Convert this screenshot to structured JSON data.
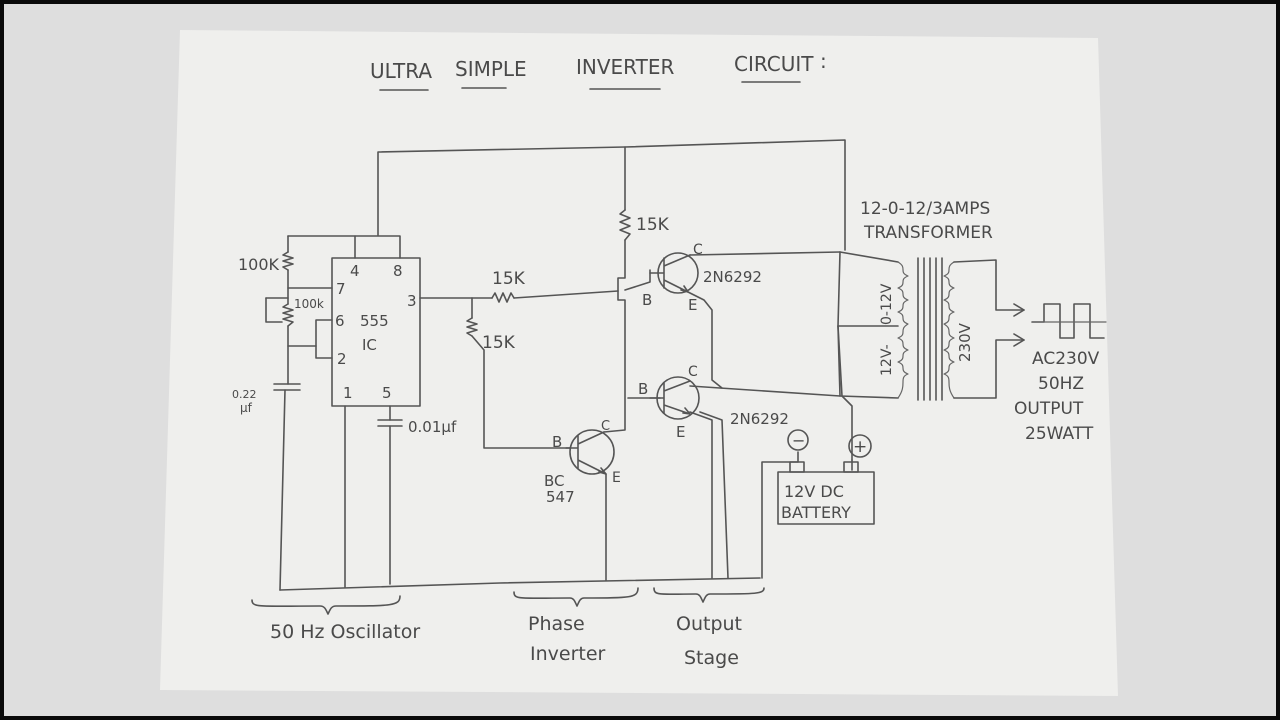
{
  "title": {
    "word1": "ULTRA",
    "word2": "SIMPLE",
    "word3": "INVERTER",
    "word4": "CIRCUIT",
    "colon": ":"
  },
  "components": {
    "r_100k_top": "100K",
    "pot_100k": "100k",
    "cap_timing": "0.22",
    "cap_timing_unit": "µf",
    "ic_name_1": "555",
    "ic_name_2": "IC",
    "pin4": "4",
    "pin8": "8",
    "pin7": "7",
    "pin6": "6",
    "pin2": "2",
    "pin3": "3",
    "pin1": "1",
    "pin5": "5",
    "cap_control": "0.01µf",
    "r_15k_top": "15K",
    "r_15k_series": "15K",
    "r_15k_vertical": "15K",
    "q_top_name": "2N6292",
    "q_bottom_name": "2N6292",
    "q_bc_name_1": "BC",
    "q_bc_name_2": "547",
    "pin_b": "B",
    "pin_c": "C",
    "pin_e": "E",
    "battery_1": "12V DC",
    "battery_2": "BATTERY",
    "minus": "−",
    "plus": "+"
  },
  "transformer": {
    "rating": "12-0-12/3AMPS",
    "name": "TRANSFORMER",
    "primary_upper": "0-12V",
    "primary_lower": "12V-",
    "secondary": "230V"
  },
  "output": {
    "line1": "AC230V",
    "line2": "50HZ",
    "line3": "OUTPUT",
    "line4": "25WATT"
  },
  "sections": {
    "oscillator": "50 Hz Oscillator",
    "phase_inverter_1": "Phase",
    "phase_inverter_2": "Inverter",
    "output_stage_1": "Output",
    "output_stage_2": "Stage"
  },
  "colors": {
    "paper": "#ececea",
    "background": "#dcdcdc",
    "ink": "#555555"
  }
}
